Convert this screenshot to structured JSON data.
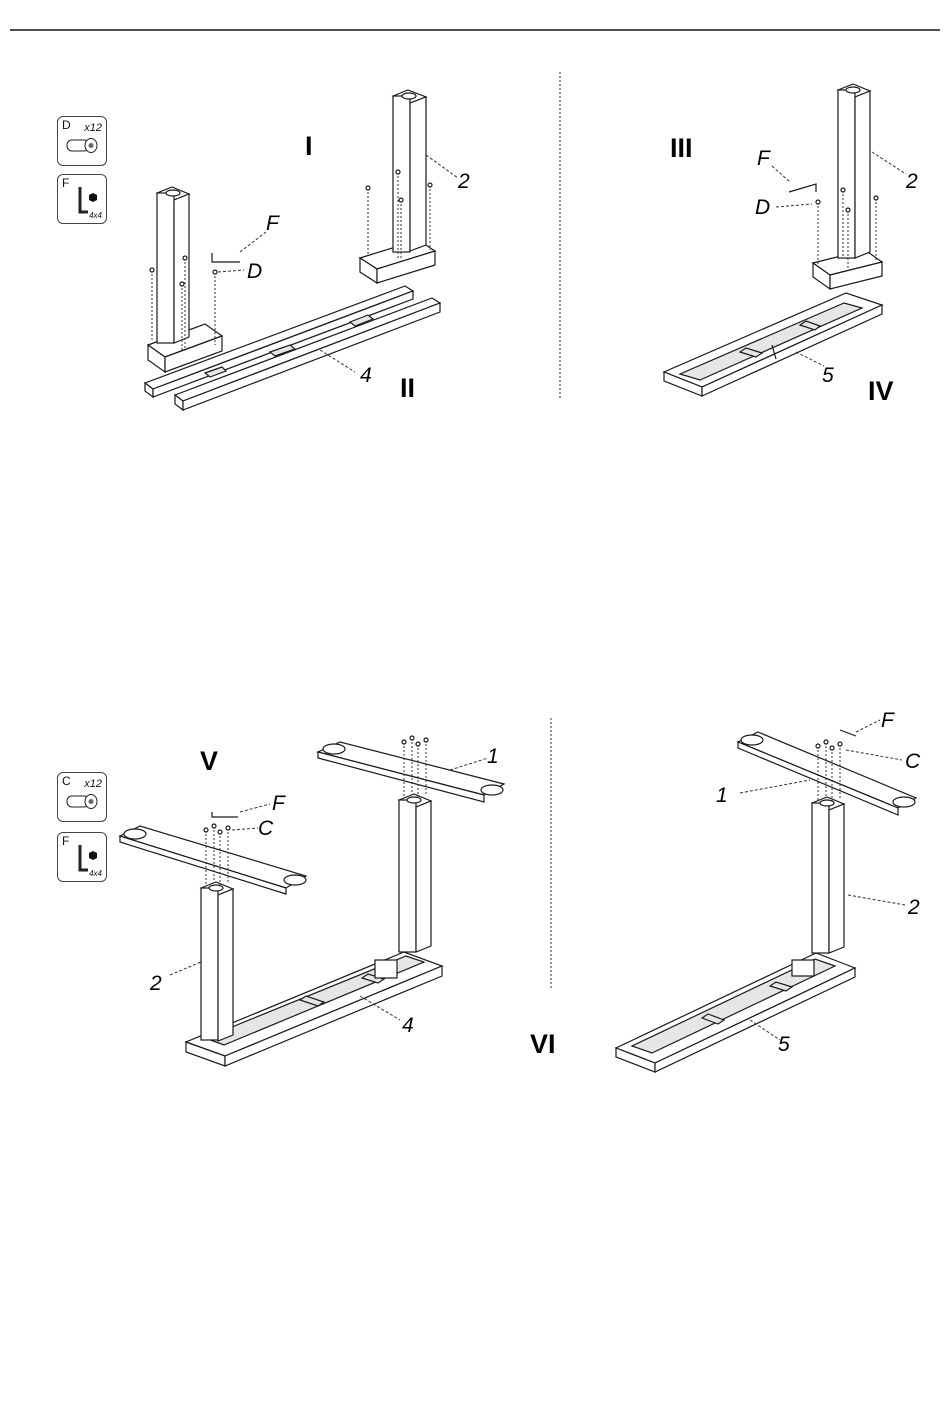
{
  "steps": [
    "I",
    "II",
    "III",
    "IV",
    "V",
    "VI"
  ],
  "parts_top": {
    "d": {
      "letter": "D",
      "qty": "x12",
      "icon": "bolt-icon"
    },
    "f": {
      "letter": "F",
      "size": "4x4",
      "icon": "hex-key-icon"
    }
  },
  "parts_bottom": {
    "c": {
      "letter": "C",
      "qty": "x12",
      "icon": "bolt-icon"
    },
    "f": {
      "letter": "F",
      "size": "4x4",
      "icon": "hex-key-icon"
    }
  },
  "labels": {
    "one": "1",
    "two": "2",
    "four": "4",
    "five": "5",
    "c": "C",
    "d": "D",
    "f": "F"
  },
  "colors": {
    "line": "#1a1a1a",
    "fill": "#ffffff",
    "shade": "#e6e6e6"
  }
}
